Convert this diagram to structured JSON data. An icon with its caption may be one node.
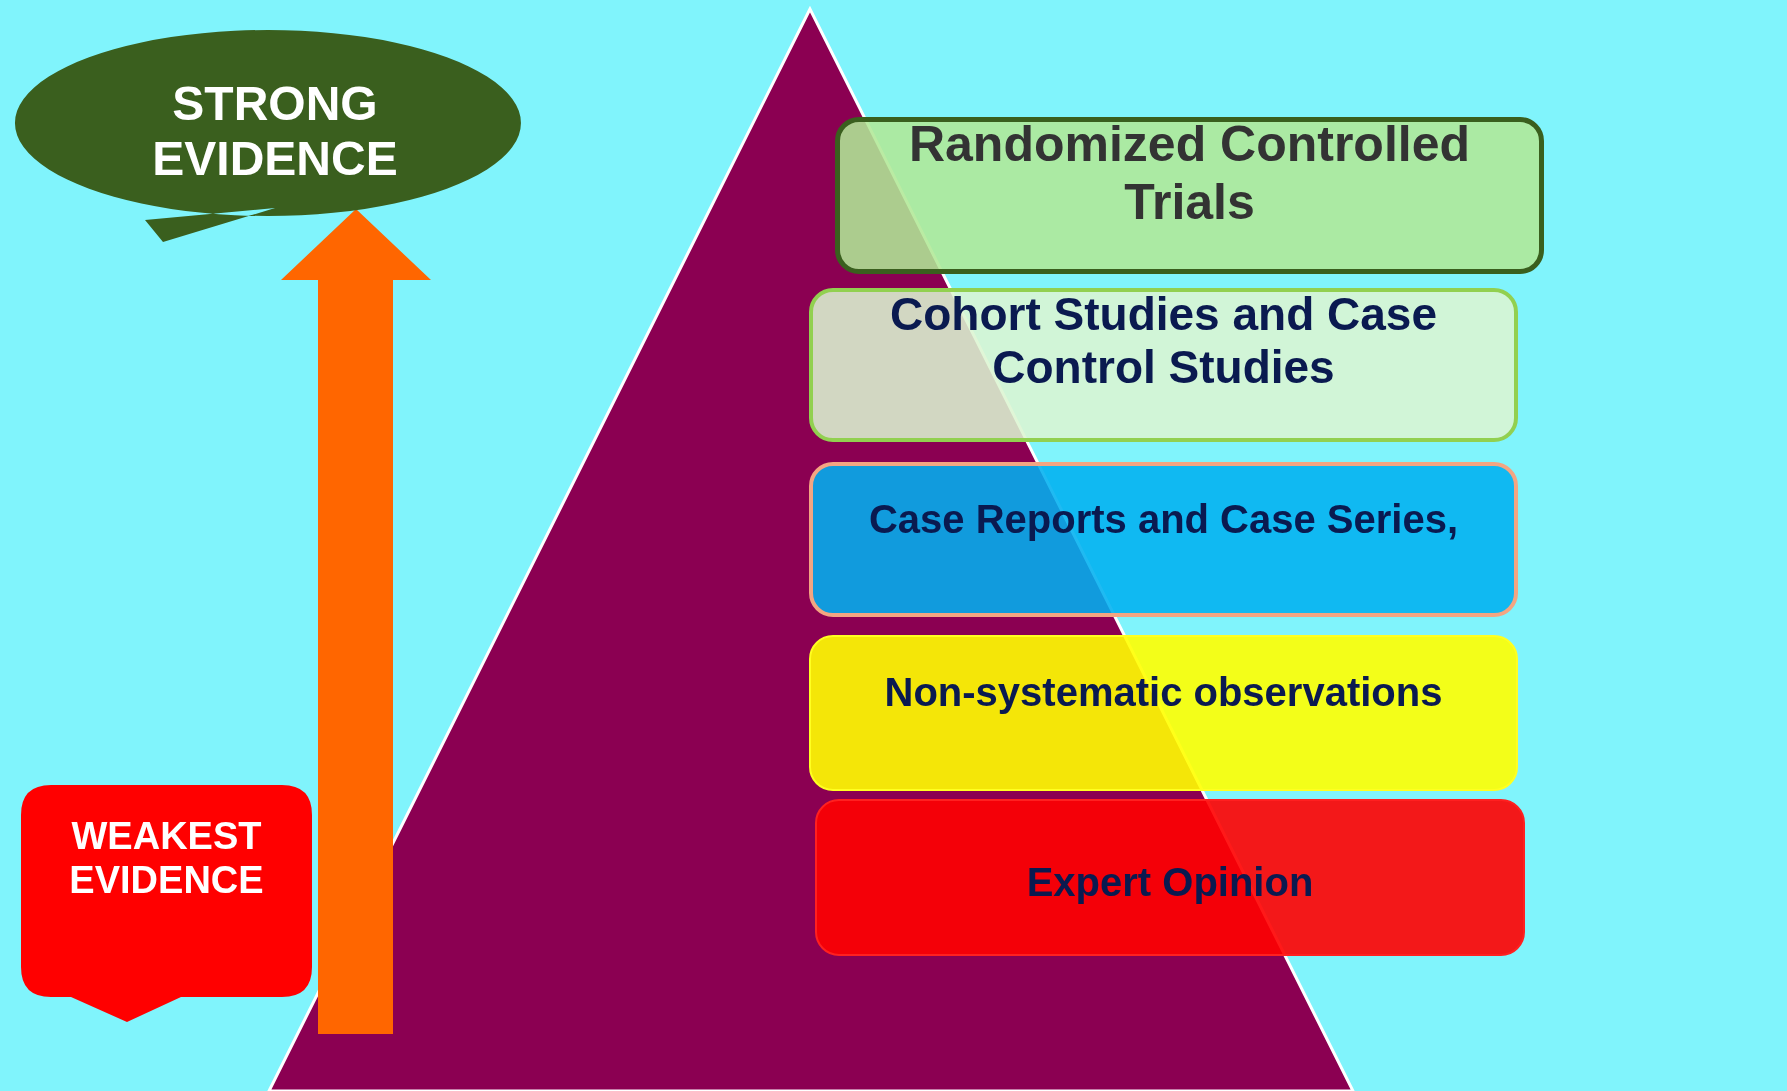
{
  "diagram": {
    "nodes": [
      {
        "text": [
          "STRONG EVIDENCE"
        ]
      },
      {
        "text": [
          "WEAKEST EVIDENCE"
        ]
      },
      {
        "text": [
          "Randomized Controlled Trials"
        ]
      },
      {
        "text": [
          "Cohort Studies and Case Control Studies"
        ]
      },
      {
        "text": [
          "Case Reports and Case Series,"
        ]
      },
      {
        "text": [
          "Non-systematic observations"
        ]
      },
      {
        "text": [
          "Expert Opinion"
        ]
      }
    ]
  }
}
